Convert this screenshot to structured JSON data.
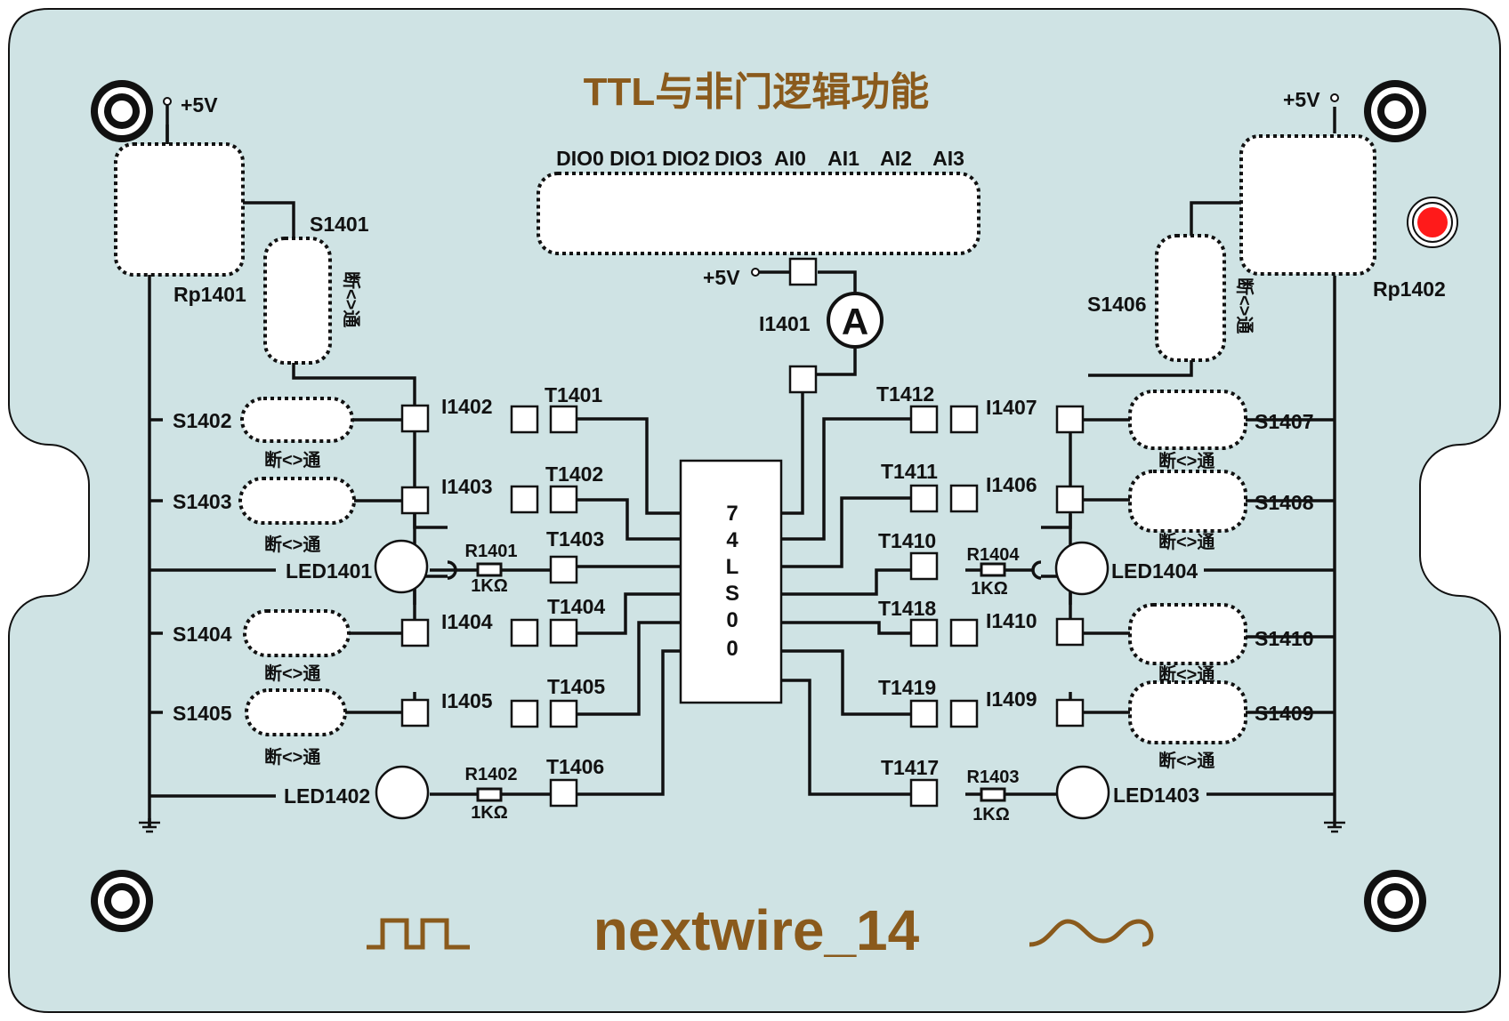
{
  "title": "TTL与非门逻辑功能",
  "brand": "nextwire_14",
  "colors": {
    "board": "#cfe3e4",
    "accent": "#8a5a1c",
    "indicator": "#ff1a1a",
    "line": "#111111"
  },
  "icons": {
    "pulse": "square-wave-icon",
    "sine": "sine-wave-icon",
    "ground": "ground-icon",
    "ammeter": "ammeter-icon"
  },
  "io_pins": [
    "DIO0",
    "DIO1",
    "DIO2",
    "DIO3",
    "AI0",
    "AI1",
    "AI2",
    "AI3"
  ],
  "supply": {
    "left": "+5V",
    "right": "+5V",
    "center": "+5V"
  },
  "chip": {
    "name": "74LS00",
    "chars": [
      "7",
      "4",
      "L",
      "S",
      "0",
      "0"
    ]
  },
  "ammeter": {
    "symbol": "A",
    "label": "I1401"
  },
  "pots": {
    "left": "Rp1401",
    "right": "Rp1402"
  },
  "switch_text": "断<>通",
  "switches": {
    "S1401": "S1401",
    "S1402": "S1402",
    "S1403": "S1403",
    "S1404": "S1404",
    "S1405": "S1405",
    "S1406": "S1406",
    "S1407": "S1407",
    "S1408": "S1408",
    "S1409": "S1409",
    "S1410": "S1410"
  },
  "currents": {
    "I1402": "I1402",
    "I1403": "I1403",
    "I1404": "I1404",
    "I1405": "I1405",
    "I1406": "I1406",
    "I1407": "I1407",
    "I1409": "I1409",
    "I1410": "I1410"
  },
  "terminals": {
    "T1401": "T1401",
    "T1402": "T1402",
    "T1403": "T1403",
    "T1404": "T1404",
    "T1405": "T1405",
    "T1406": "T1406",
    "T1410": "T1410",
    "T1411": "T1411",
    "T1412": "T1412",
    "T1417": "T1417",
    "T1418": "T1418",
    "T1419": "T1419"
  },
  "resistors": {
    "R1401": "R1401",
    "R1402": "R1402",
    "R1403": "R1403",
    "R1404": "R1404",
    "value": "1KΩ"
  },
  "leds": {
    "LED1401": "LED1401",
    "LED1402": "LED1402",
    "LED1403": "LED1403",
    "LED1404": "LED1404"
  }
}
